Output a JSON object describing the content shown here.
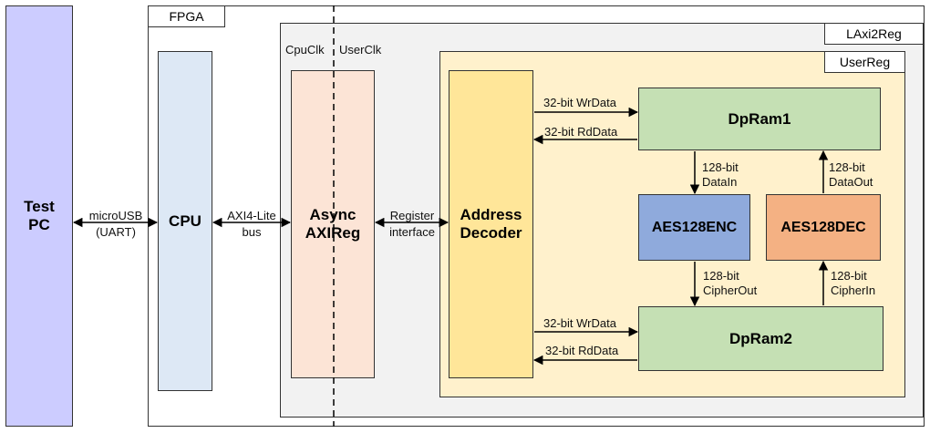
{
  "test_pc": {
    "line1": "Test",
    "line2": "PC"
  },
  "link_pc_cpu": {
    "line1": "microUSB",
    "line2": "(UART)"
  },
  "fpga": {
    "label": "FPGA"
  },
  "cpu": {
    "label": "CPU"
  },
  "link_cpu_axi": {
    "line1": "AXI4-Lite",
    "line2": "bus"
  },
  "laxi2reg": {
    "label": "LAxi2Reg"
  },
  "clocks": {
    "cpu": "CpuClk",
    "user": "UserClk"
  },
  "async_axireg": {
    "line1": "Async",
    "line2": "AXIReg"
  },
  "link_axi_dec": {
    "line1": "Register",
    "line2": "interface"
  },
  "userreg": {
    "label": "UserReg"
  },
  "decoder": {
    "line1": "Address",
    "line2": "Decoder"
  },
  "dpram1": {
    "label": "DpRam1"
  },
  "dpram2": {
    "label": "DpRam2"
  },
  "aes_enc": {
    "label": "AES128ENC"
  },
  "aes_dec": {
    "label": "AES128DEC"
  },
  "signals": {
    "wrdata1": "32-bit WrData",
    "rddata1": "32-bit RdData",
    "wrdata2": "32-bit WrData",
    "rddata2": "32-bit RdData",
    "datain_1": "128-bit",
    "datain_2": "DataIn",
    "dataout_1": "128-bit",
    "dataout_2": "DataOut",
    "cipherout_1": "128-bit",
    "cipherout_2": "CipherOut",
    "cipherin_1": "128-bit",
    "cipherin_2": "CipherIn"
  },
  "colors": {
    "test_pc": "#ccccff",
    "cpu": "#dde8f5",
    "axireg": "#fce4d6",
    "userreg": "#fff1cc",
    "decoder": "#ffe699",
    "dpram": "#c5e0b4",
    "aes_enc": "#8faadc",
    "aes_dec": "#f4b183",
    "laxi2reg": "#f2f2f2"
  }
}
